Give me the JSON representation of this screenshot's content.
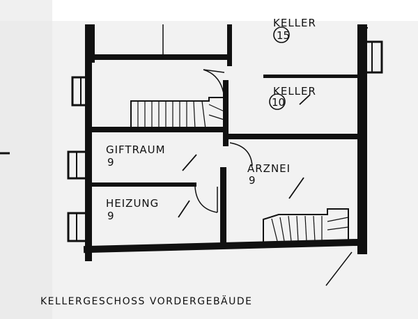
{
  "title": "KELLERGESCHOSS VORDERGEBÄUDE",
  "rooms": [
    {
      "name": "KELLER",
      "number": "15"
    },
    {
      "name": "KELLER",
      "number": "10"
    },
    {
      "name": "GIFTRAUM",
      "number": "9"
    },
    {
      "name": "ARZNEI",
      "number": "9"
    },
    {
      "name": "HEIZUNG",
      "number": "9"
    }
  ],
  "colors": {
    "ink": "#111111",
    "paper": "#f2f2f2"
  }
}
